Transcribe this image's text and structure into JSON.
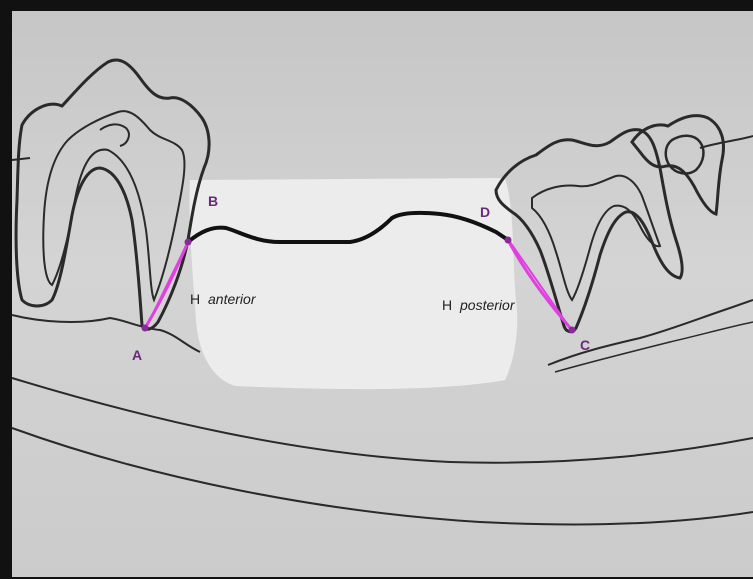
{
  "diagram": {
    "points": {
      "A": "A",
      "B": "B",
      "C": "C",
      "D": "D"
    },
    "labels": {
      "h_prefix": "H",
      "anterior": "anterior",
      "posterior": "posterior"
    },
    "colors": {
      "height_line": "#e040e0",
      "point_label": "#6a2a7a",
      "crest_line": "#111111",
      "outline": "#2a2a2a",
      "paper": "#cfcfcf",
      "defect": "#ededed"
    }
  }
}
